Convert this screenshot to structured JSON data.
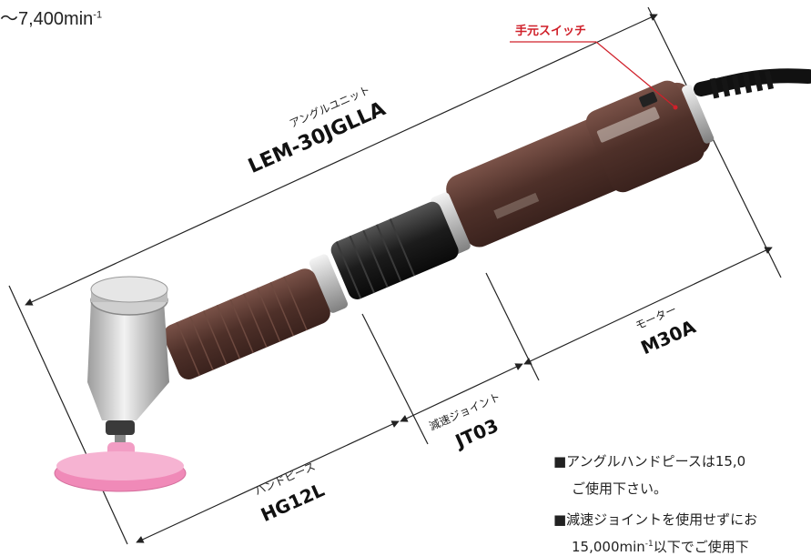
{
  "speed_text": "～7,400min",
  "speed_sup": "-1",
  "switch_label": "手元スイッチ",
  "angle_unit": {
    "sub": "アングルユニット",
    "model": "LEM-30JGLLA"
  },
  "motor": {
    "sub": "モーター",
    "model": "M30A"
  },
  "joint": {
    "sub": "減速ジョイント",
    "model": "JT03"
  },
  "handpiece": {
    "sub": "ハンドピース",
    "model": "HG12L"
  },
  "notes": {
    "line1": "■アングルハンドピースは15,0",
    "line2": "ご使用下さい。",
    "line3": "■減速ジョイントを使用せずにお",
    "line4_prefix": "15,000min",
    "line4_sup": "-1",
    "line4_suffix": "以下でご使用下"
  },
  "colors": {
    "accent": "#d0202a",
    "body_brown": "#5a3a32",
    "pad_pink": "#f08ab8"
  }
}
